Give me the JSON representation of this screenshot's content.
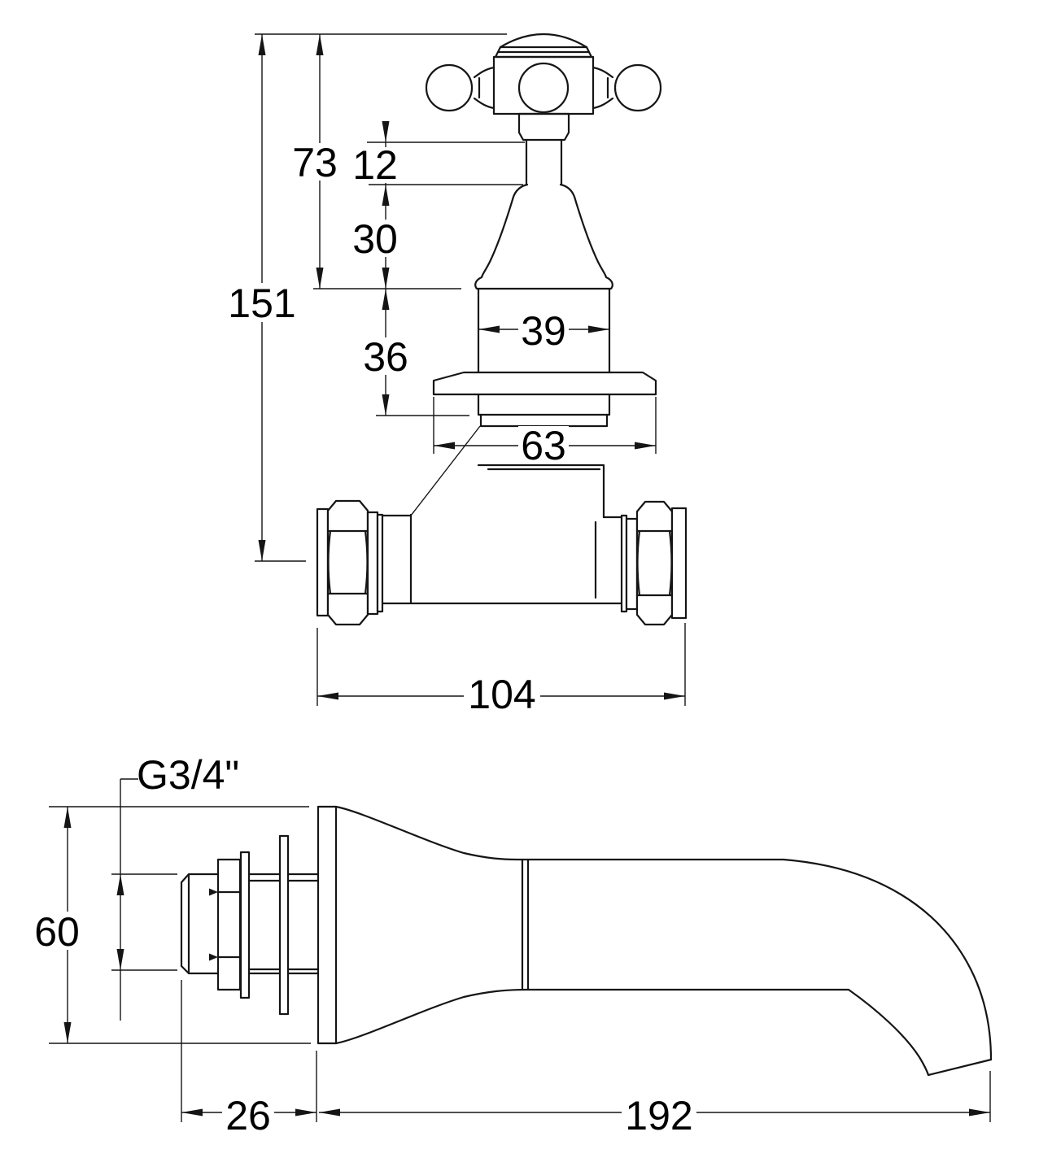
{
  "views": {
    "valve": {
      "name": "bath-valve-front-view",
      "dims": {
        "total_height": "151",
        "handle_height": "73",
        "spindle_exposed": "12",
        "shroud_height": "30",
        "body_height": "36",
        "body_width": "39",
        "flange_width": "63",
        "fitting_length": "104"
      }
    },
    "spout": {
      "name": "wall-spout-side-view",
      "dims": {
        "backplate_height": "60",
        "thread_size": "G3/4\"",
        "wall_stub_depth": "26",
        "spout_reach": "192"
      }
    }
  }
}
